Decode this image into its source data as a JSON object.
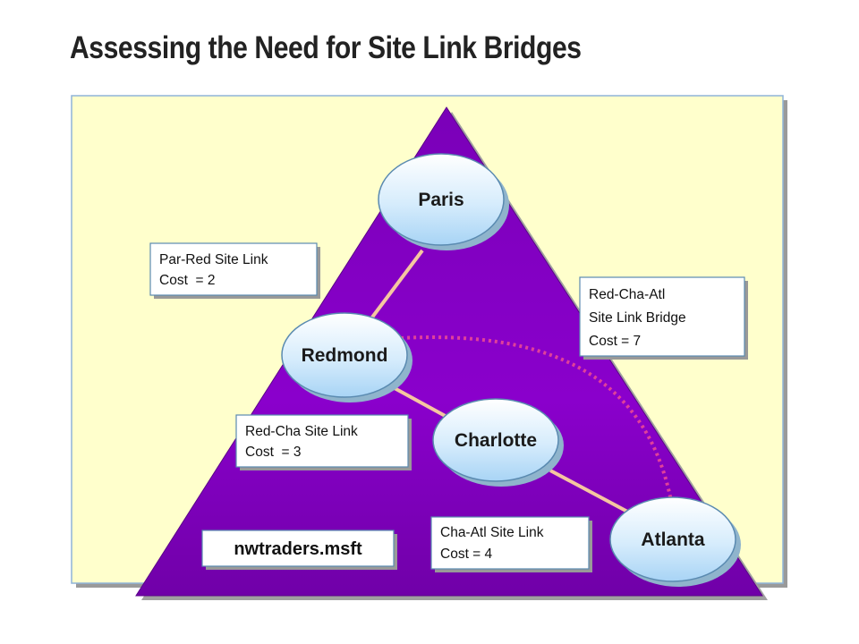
{
  "slide": {
    "title": "Assessing the Need for Site Link Bridges"
  },
  "domain": {
    "name": "nwtraders.msft"
  },
  "sites": {
    "paris": "Paris",
    "redmond": "Redmond",
    "charlotte": "Charlotte",
    "atlanta": "Atlanta"
  },
  "callouts": {
    "par_red": [
      "Par-Red Site Link",
      "Cost  = 2"
    ],
    "red_cha": [
      "Red-Cha Site Link",
      "Cost  = 3"
    ],
    "cha_atl": [
      "Cha-Atl Site Link",
      "Cost = 4"
    ],
    "bridge": [
      "Red-Cha-Atl",
      "Site Link Bridge",
      "Cost = 7"
    ]
  },
  "colors": {
    "panel": "#ffffcc",
    "triangle": "#8000c0",
    "link": "#f5c6a0",
    "bridge": "#cc3399",
    "node_fill_top": "#ffffff",
    "node_fill_bottom": "#a8d4f5"
  }
}
